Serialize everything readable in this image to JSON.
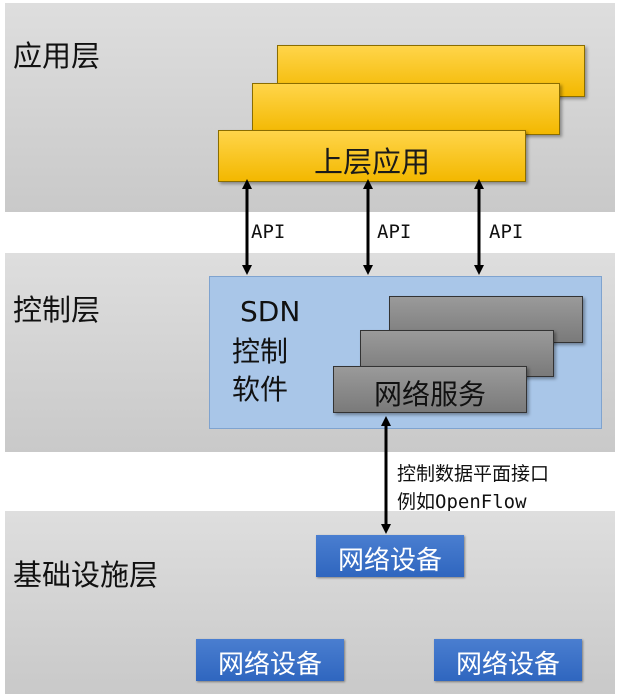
{
  "layers": {
    "application": "应用层",
    "control": "控制层",
    "infrastructure": "基础设施层"
  },
  "app_layer": {
    "upper_app_label": "上层应用"
  },
  "control_layer": {
    "sdn_lines": [
      "SDN",
      "控制",
      "软件"
    ],
    "network_service_label": "网络服务"
  },
  "apis": [
    "API",
    "API",
    "API"
  ],
  "southbound": {
    "line1": "控制数据平面接口",
    "line2_prefix": "例如",
    "line2_example": "OpenFlow"
  },
  "devices": [
    "网络设备",
    "网络设备",
    "网络设备"
  ],
  "colors": {
    "app_card": "#f3b800",
    "control_box": "#a9c6e8",
    "service_card": "#7a7a7a",
    "device": "#2f66bf",
    "layer_bg": "#d4d4d4"
  }
}
